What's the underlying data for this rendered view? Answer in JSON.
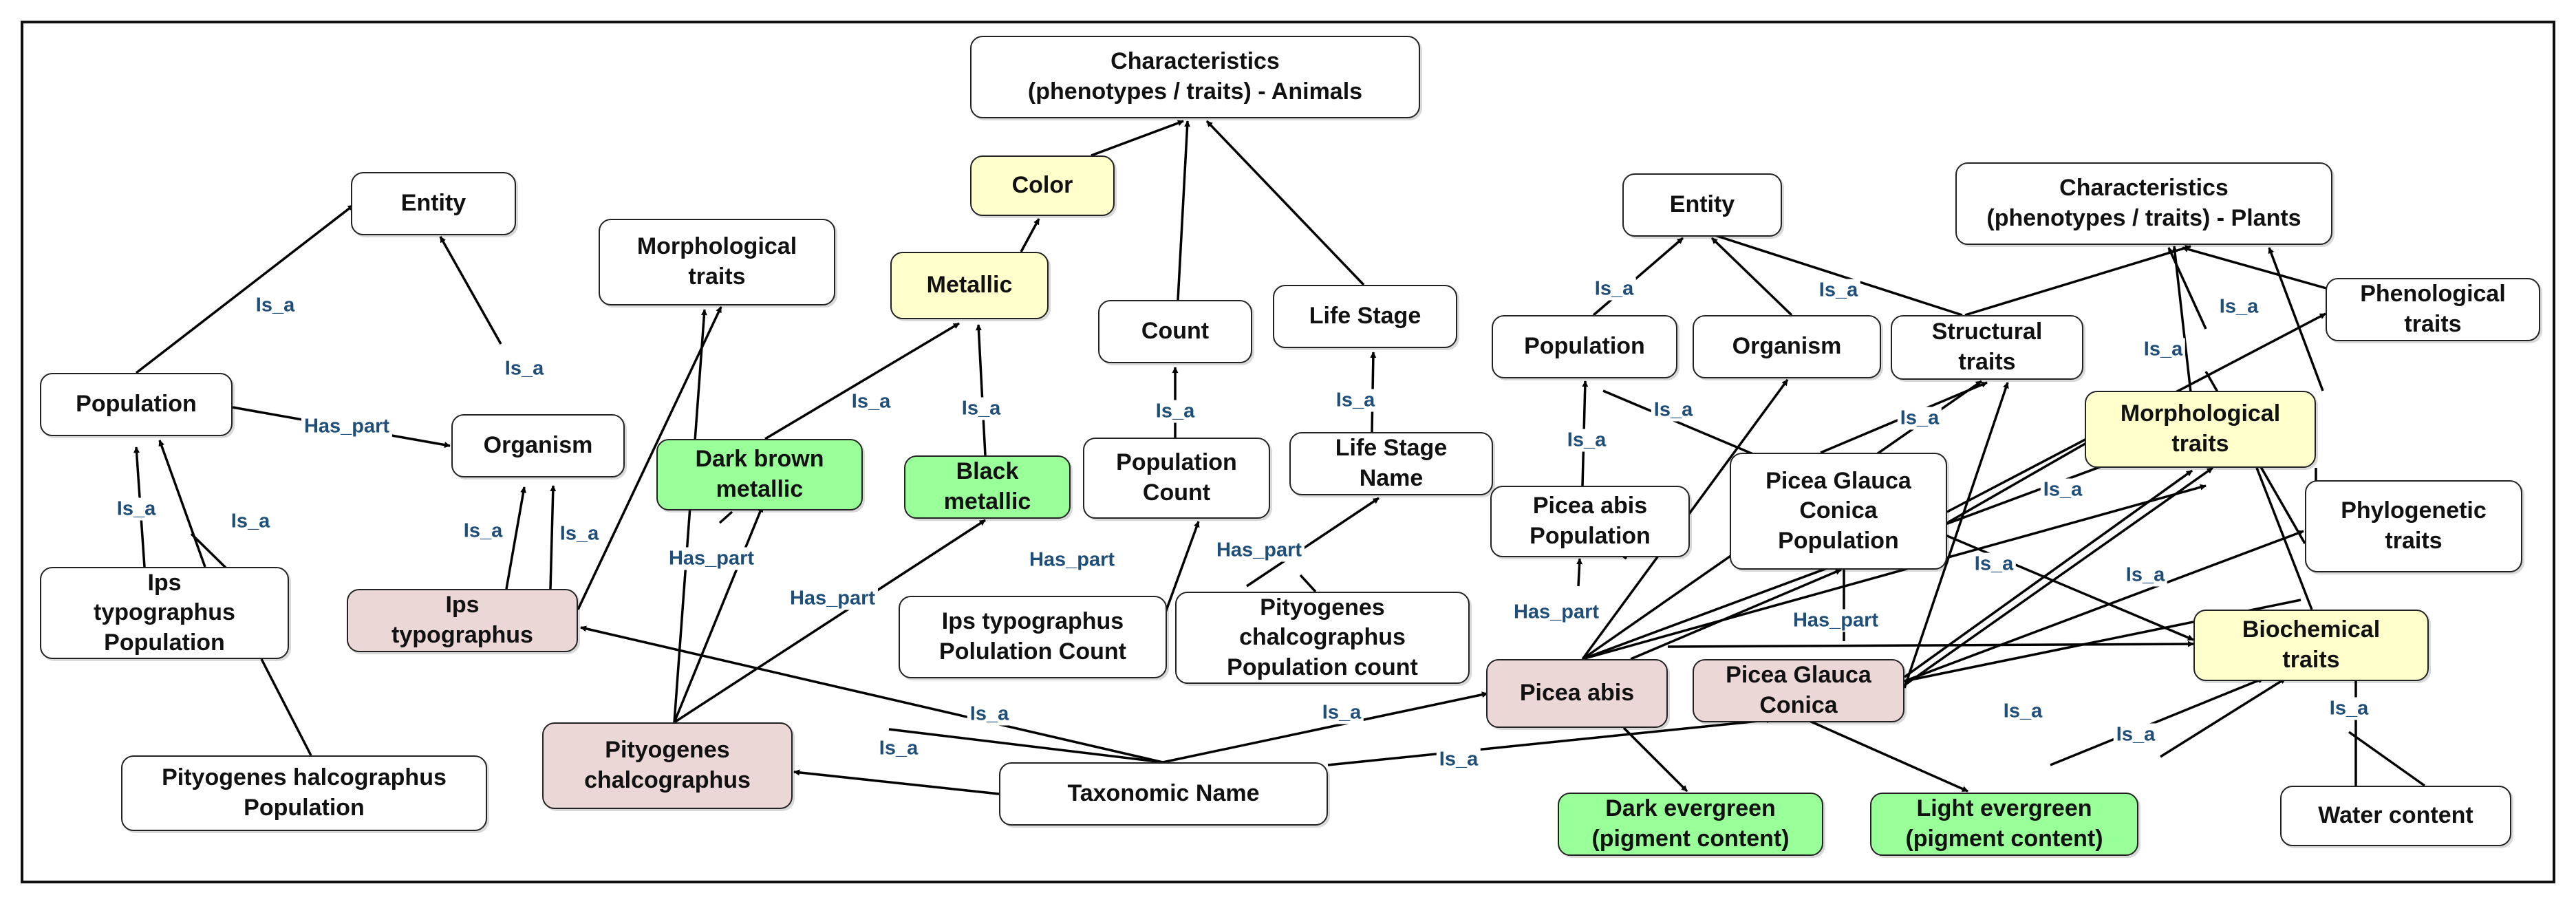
{
  "nodes": {
    "char_animals": "Characteristics\n(phenotypes / traits) - Animals",
    "color": "Color",
    "metallic": "Metallic",
    "count": "Count",
    "life_stage": "Life Stage",
    "entity_left": "Entity",
    "morph_traits_left": "Morphological\ntraits",
    "population_left": "Population",
    "organism_left": "Organism",
    "dark_brown_metallic": "Dark brown\nmetallic",
    "black_metallic": "Black\nmetallic",
    "population_count": "Population\nCount",
    "life_stage_name": "Life Stage\nName",
    "ips_typographus_population": "Ips\ntypographus\nPopulation",
    "ips_typographus": "Ips\ntypographus",
    "ips_typographus_pop_count": "Ips typographus\nPolulation Count",
    "pityogenes_pop_count": "Pityogenes\nchalcographus\nPopulation count",
    "pityogenes_chalcographus": "Pityogenes\nchalcographus",
    "pityogenes_halcographus_pop": "Pityogenes halcographus\nPopulation",
    "taxonomic_name": "Taxonomic Name",
    "entity_right": "Entity",
    "char_plants": "Characteristics\n(phenotypes / traits) - Plants",
    "population_right": "Population",
    "organism_right": "Organism",
    "structural_traits": "Structural\ntraits",
    "phenological_traits": "Phenological\ntraits",
    "morph_traits_right": "Morphological\ntraits",
    "picea_abis_population": "Picea abis\nPopulation",
    "picea_glauca_population": "Picea Glauca\nConica\nPopulation",
    "phylogenetic_traits": "Phylogenetic\ntraits",
    "biochemical_traits": "Biochemical\ntraits",
    "picea_abis": "Picea abis",
    "picea_glauca_conica": "Picea Glauca\nConica",
    "dark_evergreen": "Dark evergreen\n(pigment content)",
    "light_evergreen": "Light evergreen\n(pigment content)",
    "water_content": "Water  content"
  },
  "edge_labels": {
    "is_a": "Is_a",
    "has_part": "Has_part"
  },
  "colors": {
    "yellow": "#ffffcc",
    "green": "#99ff99",
    "pink": "#ecd7d7",
    "label_blue": "#1f4e79"
  }
}
